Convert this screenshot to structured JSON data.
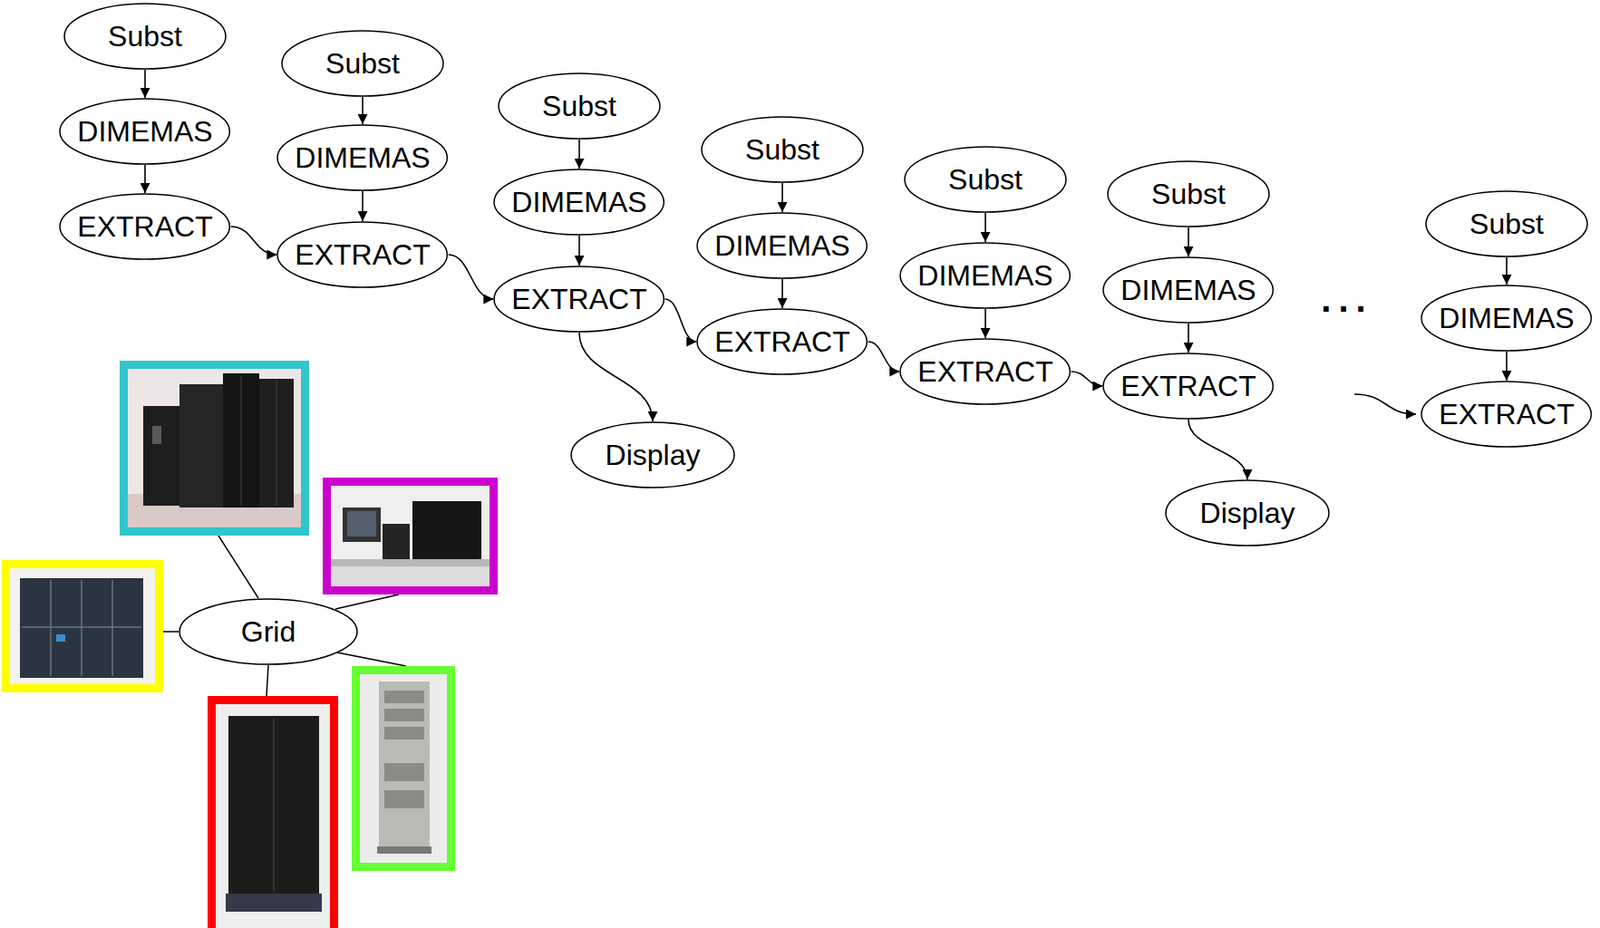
{
  "diagram": {
    "nodes": [
      {
        "text": [
          "Subst"
        ]
      },
      {
        "text": [
          "DIMEMAS"
        ]
      },
      {
        "text": [
          "EXTRACT"
        ]
      },
      {
        "text": [
          "Subst"
        ]
      },
      {
        "text": [
          "DIMEMAS"
        ]
      },
      {
        "text": [
          "EXTRACT"
        ]
      },
      {
        "text": [
          "Subst"
        ]
      },
      {
        "text": [
          "DIMEMAS"
        ]
      },
      {
        "text": [
          "EXTRACT"
        ]
      },
      {
        "text": [
          "Display"
        ]
      },
      {
        "text": [
          "Subst"
        ]
      },
      {
        "text": [
          "DIMEMAS"
        ]
      },
      {
        "text": [
          "EXTRACT"
        ]
      },
      {
        "text": [
          "Subst"
        ]
      },
      {
        "text": [
          "DIMEMAS"
        ]
      },
      {
        "text": [
          "EXTRACT"
        ]
      },
      {
        "text": [
          "Subst"
        ]
      },
      {
        "text": [
          "DIMEMAS"
        ]
      },
      {
        "text": [
          "EXTRACT"
        ]
      },
      {
        "text": [
          "Display"
        ]
      },
      {
        "text": [
          "Subst"
        ]
      },
      {
        "text": [
          "DIMEMAS"
        ]
      },
      {
        "text": [
          "EXTRACT"
        ]
      },
      {
        "text": [
          "Grid"
        ]
      }
    ],
    "edges": [
      {
        "from": 0,
        "to": 1,
        "arrow": "to"
      },
      {
        "from": 1,
        "to": 2,
        "arrow": "to"
      },
      {
        "from": 3,
        "to": 4,
        "arrow": "to"
      },
      {
        "from": 4,
        "to": 5,
        "arrow": "to"
      },
      {
        "from": 6,
        "to": 7,
        "arrow": "to"
      },
      {
        "from": 7,
        "to": 8,
        "arrow": "to"
      },
      {
        "from": 10,
        "to": 11,
        "arrow": "to"
      },
      {
        "from": 11,
        "to": 12,
        "arrow": "to"
      },
      {
        "from": 13,
        "to": 14,
        "arrow": "to"
      },
      {
        "from": 14,
        "to": 15,
        "arrow": "to"
      },
      {
        "from": 16,
        "to": 17,
        "arrow": "to"
      },
      {
        "from": 17,
        "to": 18,
        "arrow": "to"
      },
      {
        "from": 20,
        "to": 21,
        "arrow": "to"
      },
      {
        "from": 21,
        "to": 22,
        "arrow": "to"
      },
      {
        "from": 2,
        "to": 5,
        "arrow": "to"
      },
      {
        "from": 5,
        "to": 8,
        "arrow": "to"
      },
      {
        "from": 8,
        "to": 12,
        "arrow": "to"
      },
      {
        "from": 12,
        "to": 15,
        "arrow": "to"
      },
      {
        "from": 15,
        "to": 18,
        "arrow": "to"
      },
      {
        "from": 8,
        "to": 9,
        "arrow": "to"
      },
      {
        "from": 18,
        "to": 19,
        "arrow": "to"
      }
    ],
    "labels": [
      "..."
    ]
  }
}
